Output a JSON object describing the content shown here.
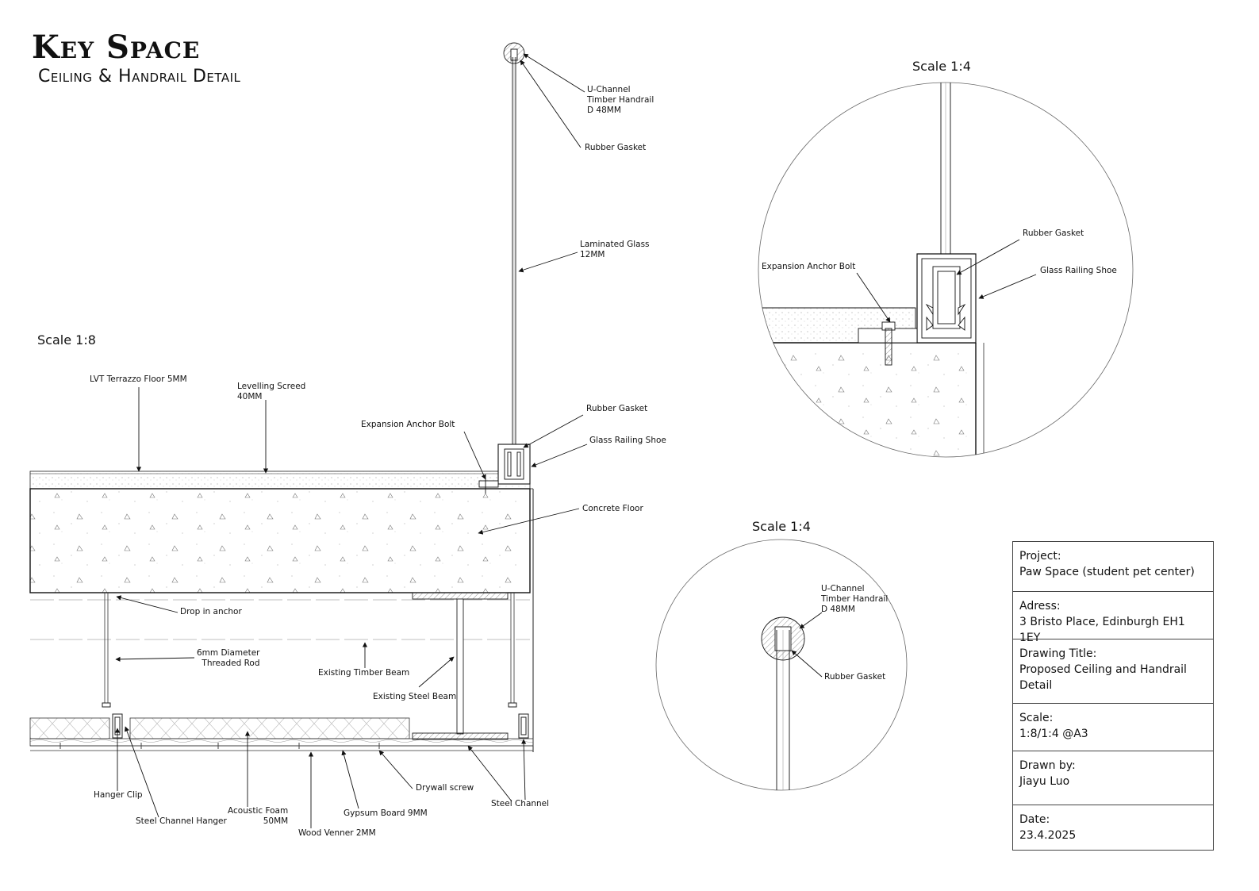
{
  "title": "Key Space",
  "subtitle": "Ceiling & Handrail Detail",
  "scales": {
    "section": "Scale 1:8",
    "detail_shoe": "Scale 1:4",
    "detail_handrail": "Scale 1:4"
  },
  "section_labels": {
    "handrail": "U-Channel\nTimber Handrail\nD 48MM",
    "rubber_gasket_top": "Rubber Gasket",
    "laminated_glass": "Laminated Glass\n12MM",
    "lvt_floor": "LVT Terrazzo Floor 5MM",
    "levelling_screed": "Levelling Screed\n40MM",
    "expansion_anchor_bolt": "Expansion Anchor Bolt",
    "rubber_gasket_shoe": "Rubber Gasket",
    "glass_railing_shoe": "Glass Railing Shoe",
    "concrete_floor": "Concrete Floor",
    "drop_in_anchor": "Drop in anchor",
    "threaded_rod": "6mm Diameter\nThreaded Rod",
    "existing_timber_beam": "Existing Timber Beam",
    "existing_steel_beam": "Existing Steel Beam",
    "hanger_clip": "Hanger Clip",
    "steel_channel_hanger": "Steel Channel Hanger",
    "acoustic_foam": "Acoustic Foam\n50MM",
    "wood_venner": "Wood Venner 2MM",
    "gypsum_board": "Gypsum Board 9MM",
    "drywall_screw": "Drywall screw",
    "steel_channel": "Steel Channel"
  },
  "detail_shoe_labels": {
    "rubber_gasket": "Rubber Gasket",
    "expansion_anchor_bolt": "Expansion Anchor Bolt",
    "glass_railing_shoe": "Glass Railing Shoe"
  },
  "detail_handrail_labels": {
    "handrail": "U-Channel\nTimber Handrail\nD 48MM",
    "rubber_gasket": "Rubber Gasket"
  },
  "title_block": [
    {
      "key": "Project:",
      "value": "Paw Space (student pet center)"
    },
    {
      "key": "Adress:",
      "value": "3 Bristo Place, Edinburgh  EH1 1EY"
    },
    {
      "key": "Drawing Title:",
      "value": "Proposed Ceiling and  Handrail Detail"
    },
    {
      "key": "Scale:",
      "value": "1:8/1:4 @A3"
    },
    {
      "key": "Drawn by:",
      "value": "Jiayu Luo"
    },
    {
      "key": "Date:",
      "value": "23.4.2025"
    }
  ]
}
